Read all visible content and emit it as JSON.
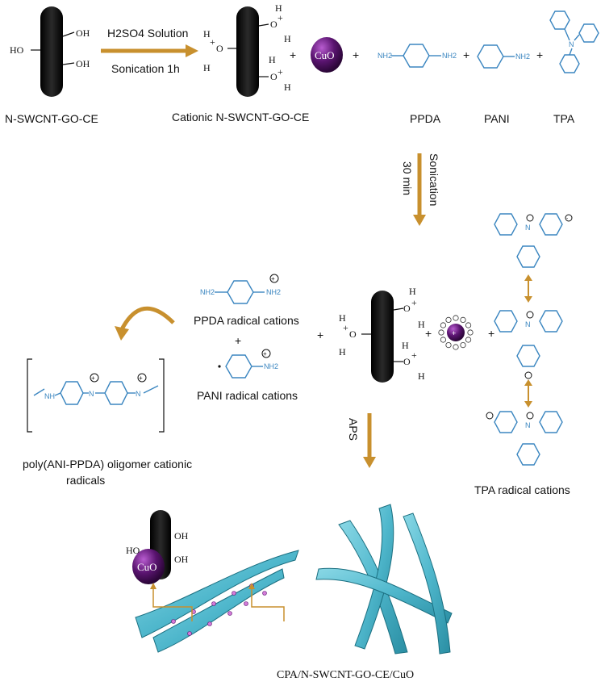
{
  "labels": {
    "nswcnt": "N-SWCNT-GO-CE",
    "cationic": "Cationic N-SWCNT-GO-CE",
    "ppda": "PPDA",
    "pani": "PANI",
    "tpa": "TPA",
    "h2so4": "H2SO4 Solution",
    "sonication1h": "Sonication 1h",
    "sonication30a": "Sonication",
    "sonication30b": "30 min",
    "ppda_rad": "PPDA radical cations",
    "plus": "+",
    "pani_rad": "PANI radical cations",
    "oligo1": "poly(ANI-PPDA) oligomer cationic",
    "oligo2": "radicals",
    "aps": "APS",
    "tpa_rad": "TPA  radical cations",
    "final": "CPA/N-SWCNT-GO-CE/CuO",
    "cuo": "CuO",
    "oh": "OH",
    "ho": "HO",
    "nh2": "NH2",
    "h": "H",
    "o": "O",
    "n": "N",
    "nh": "NH"
  },
  "colors": {
    "arrow": "#c8902e",
    "molecule": "#3b86c0",
    "cuo_sphere": "#5a1470",
    "fiber": "#4fb7cc",
    "tube": "#141414"
  }
}
